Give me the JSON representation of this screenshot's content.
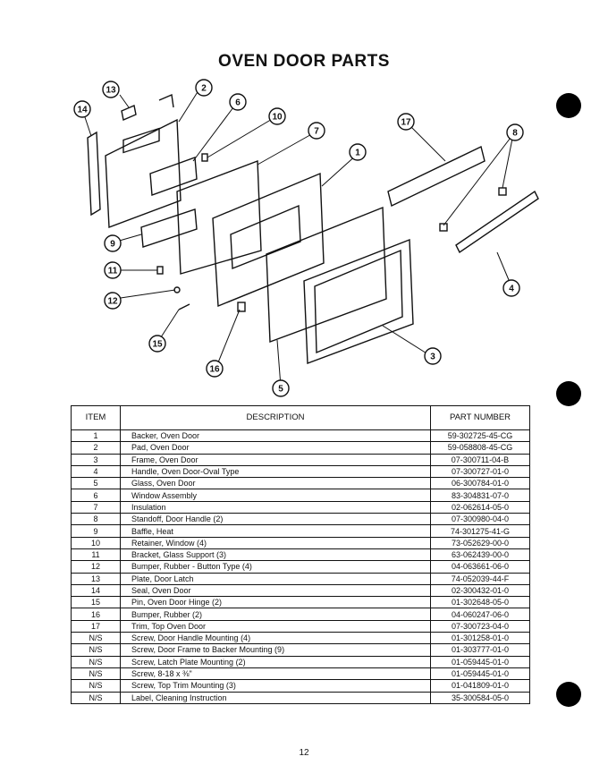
{
  "page": {
    "title": "OVEN DOOR PARTS",
    "page_number": "12"
  },
  "diagram": {
    "callouts": [
      "13",
      "2",
      "14",
      "6",
      "10",
      "7",
      "17",
      "8",
      "1",
      "9",
      "11",
      "12",
      "15",
      "16",
      "5",
      "3",
      "4"
    ]
  },
  "table": {
    "headers": {
      "item": "ITEM",
      "description": "DESCRIPTION",
      "part_number": "PART NUMBER"
    },
    "rows": [
      {
        "item": "1",
        "description": "Backer, Oven Door",
        "part_number": "59-302725-45-CG"
      },
      {
        "item": "2",
        "description": "Pad, Oven Door",
        "part_number": "59-058808-45-CG"
      },
      {
        "item": "3",
        "description": "Frame, Oven Door",
        "part_number": "07-300711-04-B"
      },
      {
        "item": "4",
        "description": "Handle, Oven Door-Oval Type",
        "part_number": "07-300727-01-0"
      },
      {
        "item": "5",
        "description": "Glass, Oven Door",
        "part_number": "06-300784-01-0"
      },
      {
        "item": "6",
        "description": "Window Assembly",
        "part_number": "83-304831-07-0"
      },
      {
        "item": "7",
        "description": "Insulation",
        "part_number": "02-062614-05-0"
      },
      {
        "item": "8",
        "description": "Standoff, Door Handle (2)",
        "part_number": "07-300980-04-0"
      },
      {
        "item": "9",
        "description": "Baffle, Heat",
        "part_number": "74-301275-41-G"
      },
      {
        "item": "10",
        "description": "Retainer, Window (4)",
        "part_number": "73-052629-00-0"
      },
      {
        "item": "11",
        "description": "Bracket, Glass Support (3)",
        "part_number": "63-062439-00-0"
      },
      {
        "item": "12",
        "description": "Bumper, Rubber - Button Type (4)",
        "part_number": "04-063661-06-0"
      },
      {
        "item": "13",
        "description": "Plate, Door Latch",
        "part_number": "74-052039-44-F"
      },
      {
        "item": "14",
        "description": "Seal, Oven Door",
        "part_number": "02-300432-01-0"
      },
      {
        "item": "15",
        "description": "Pin, Oven Door Hinge (2)",
        "part_number": "01-302648-05-0"
      },
      {
        "item": "16",
        "description": "Bumper, Rubber (2)",
        "part_number": "04-060247-06-0"
      },
      {
        "item": "17",
        "description": "Trim, Top Oven Door",
        "part_number": "07-300723-04-0"
      },
      {
        "item": "N/S",
        "description": "Screw, Door Handle Mounting (4)",
        "part_number": "01-301258-01-0"
      },
      {
        "item": "N/S",
        "description": "Screw, Door Frame to Backer Mounting (9)",
        "part_number": "01-303777-01-0"
      },
      {
        "item": "N/S",
        "description": "Screw, Latch Plate Mounting (2)",
        "part_number": "01-059445-01-0"
      },
      {
        "item": "N/S",
        "description": "Screw, 8-18 x ⅜\"",
        "part_number": "01-059445-01-0"
      },
      {
        "item": "N/S",
        "description": "Screw, Top Trim Mounting (3)",
        "part_number": "01-041809-01-0"
      },
      {
        "item": "N/S",
        "description": "Label, Cleaning Instruction",
        "part_number": "35-300584-05-0"
      }
    ]
  }
}
